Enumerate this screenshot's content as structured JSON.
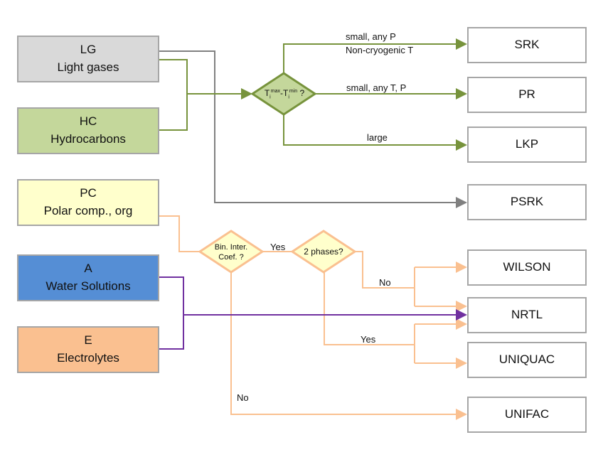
{
  "sources": [
    {
      "code": "LG",
      "name": "Light gases",
      "color": "#d9d9d9"
    },
    {
      "code": "HC",
      "name": "Hydrocarbons",
      "color": "#c4d79b"
    },
    {
      "code": "PC",
      "name": "Polar comp., org",
      "color": "#ffffcc"
    },
    {
      "code": "A",
      "name": "Water Solutions",
      "color": "#558ed5"
    },
    {
      "code": "E",
      "name": "Electrolytes",
      "color": "#fac090"
    }
  ],
  "models": [
    "SRK",
    "PR",
    "LKP",
    "PSRK",
    "WILSON",
    "NRTL",
    "UNIQUAC",
    "UNIFAC"
  ],
  "decisions": {
    "temp_range": {
      "t": "T",
      "sub": "i",
      "sup1": "max",
      "sep": "-",
      "sup2": "min",
      "q": " ?"
    },
    "bin_inter": {
      "line1": "Bin. Inter.",
      "line2": "Coef. ?"
    },
    "two_phases": "2 phases?"
  },
  "edge_labels": {
    "srk_1": "small, any P",
    "srk_2": "Non-cryogenic T",
    "pr": "small, any T, P",
    "lkp": "large",
    "bin_yes": "Yes",
    "phases_no": "No",
    "phases_yes": "Yes",
    "bin_no": "No"
  },
  "colors": {
    "green": "#77933c",
    "gray": "#808080",
    "orange": "#fac090",
    "purple": "#7030a0",
    "diamond_green": "#c4d79b",
    "diamond_yellow": "#ffffcc"
  }
}
